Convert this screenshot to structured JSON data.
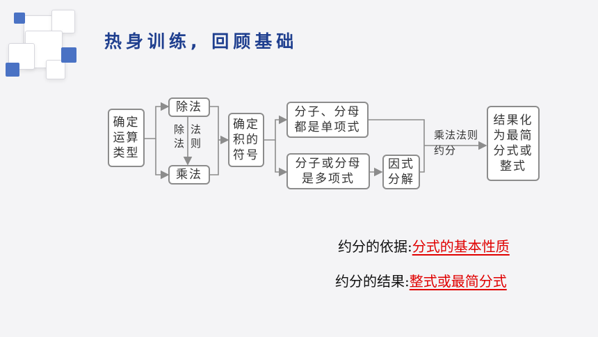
{
  "page": {
    "title": "热身训练, 回顾基础"
  },
  "diagram": {
    "nodes": {
      "determine_type": "确定\n运算\n类型",
      "division": "除法",
      "multiplication": "乘法",
      "determine_sign": "确定\n积的\n符号",
      "monomial_case": "分子、分母\n都是单项式",
      "polynomial_case": "分子或分母\n是多项式",
      "factorize": "因式\n分解",
      "result": "结果化\n为最简\n分式或\n整式"
    },
    "edge_labels": {
      "div_to_mul_col1": "除\n法",
      "div_to_mul_col2": "法\n则",
      "mult_rule_line1": "乘法法则",
      "mult_rule_line2": "约分"
    }
  },
  "notes": [
    {
      "label": "约分的依据:",
      "value": "分式的基本性质"
    },
    {
      "label": "约分的结果:",
      "value": "整式或最简分式"
    }
  ],
  "colors": {
    "title": "#1f3f8f",
    "highlight": "#e00000",
    "accent_square": "#4a72c4",
    "box_border": "#8c8c8c"
  }
}
